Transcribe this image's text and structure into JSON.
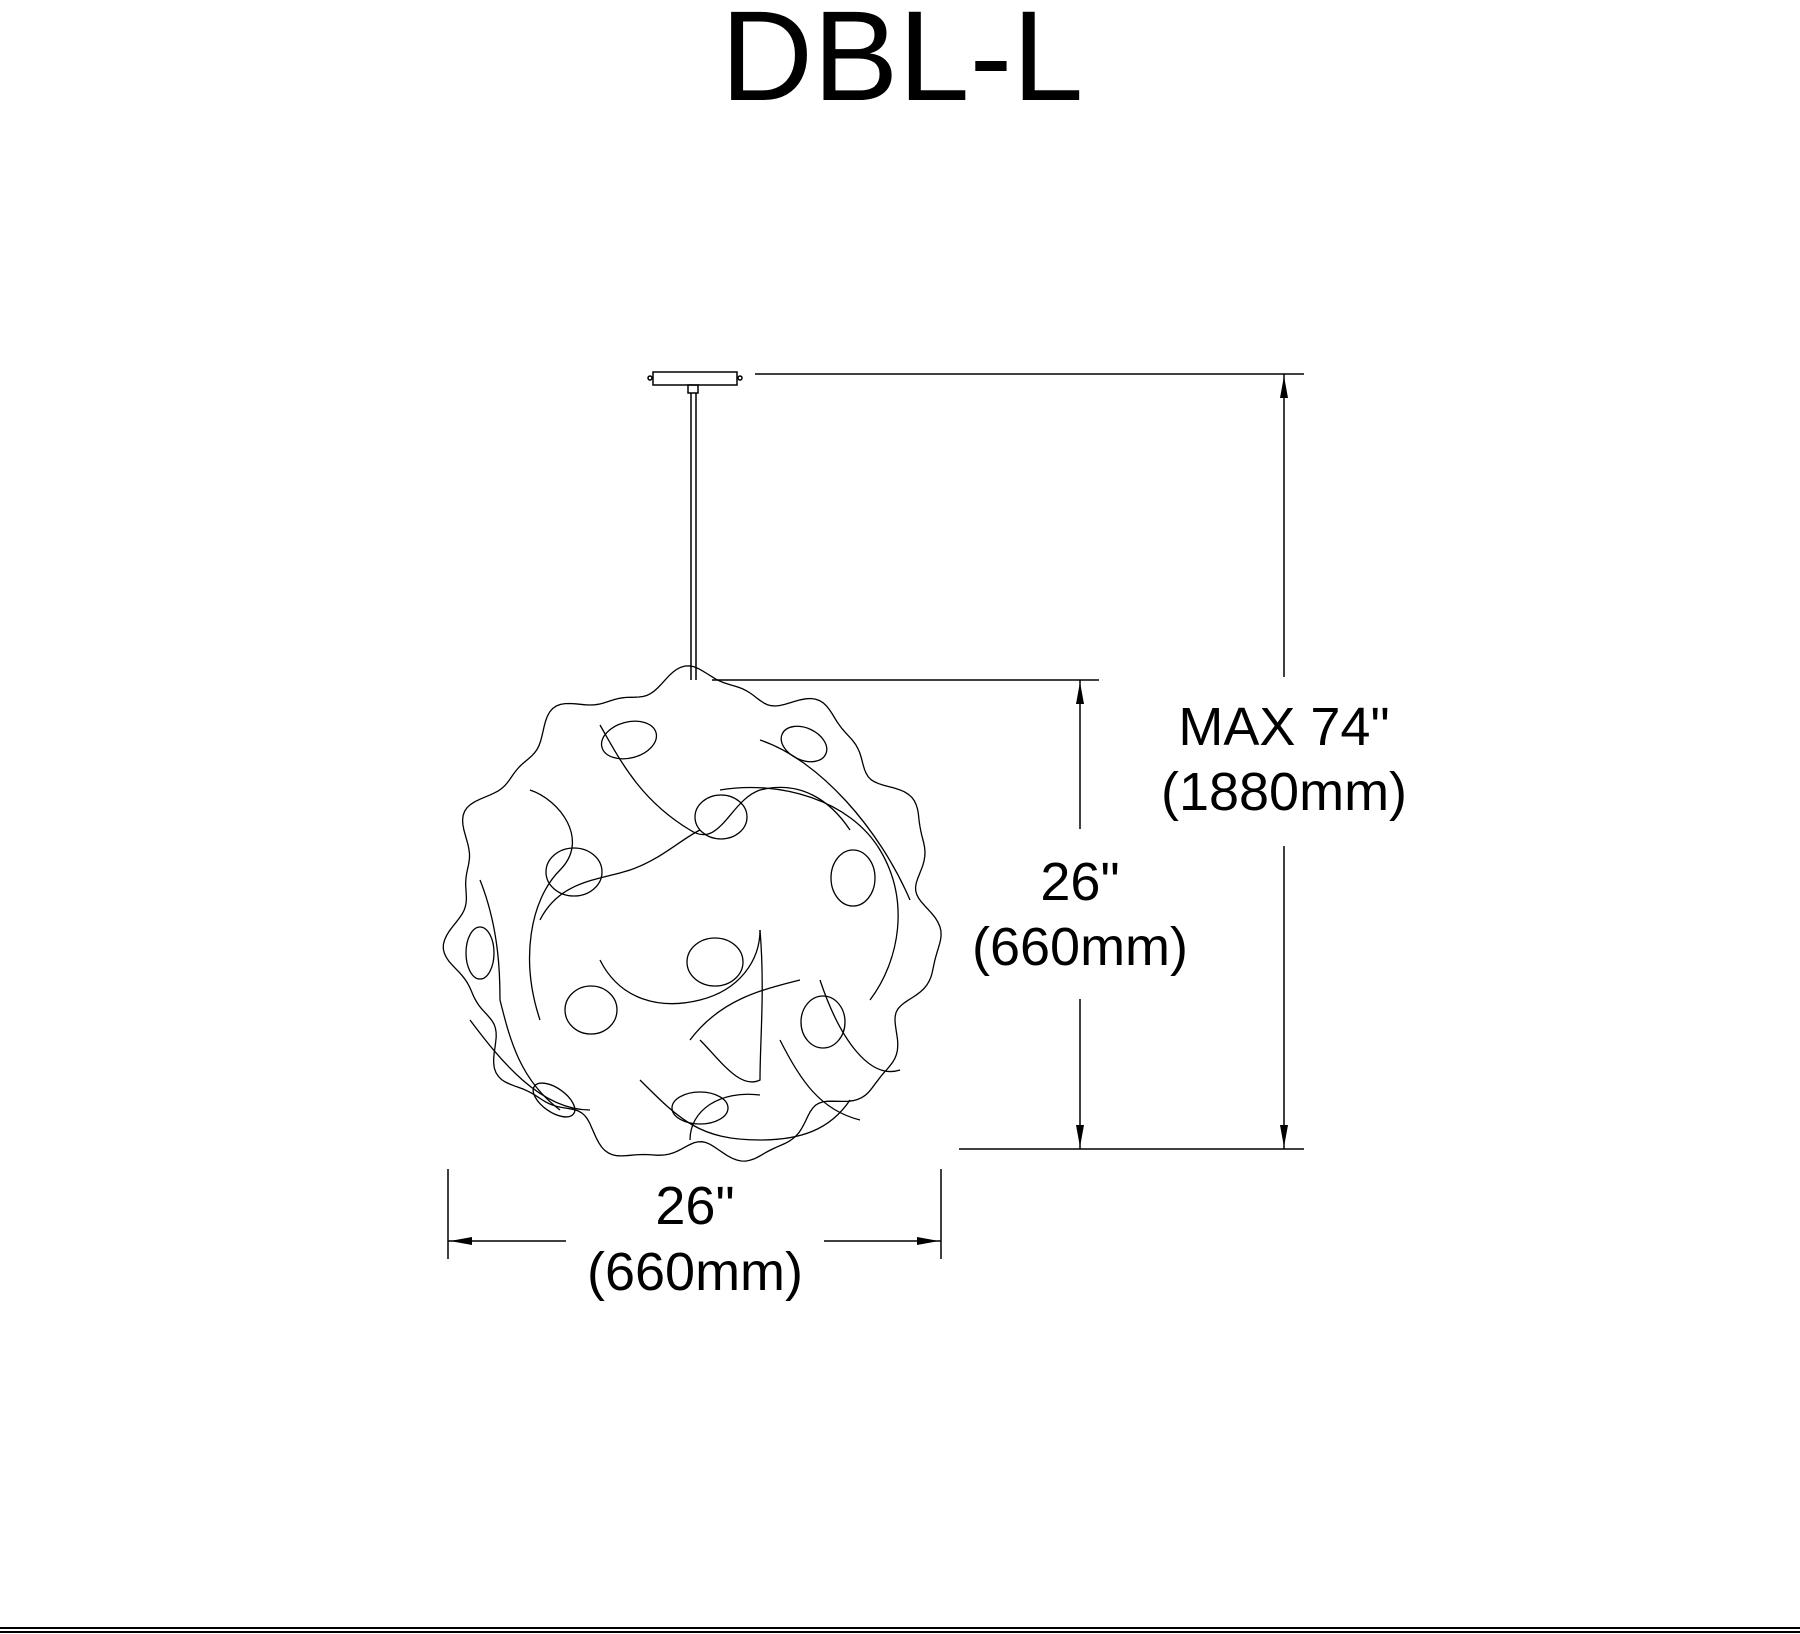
{
  "title": "DBL-L",
  "dimensions": {
    "overall_height": {
      "line1": "MAX 74\"",
      "line2": "(1880mm)"
    },
    "shade_height": {
      "line1": "26\"",
      "line2": "(660mm)"
    },
    "shade_width": {
      "line1": "26\"",
      "line2": "(660mm)"
    }
  }
}
